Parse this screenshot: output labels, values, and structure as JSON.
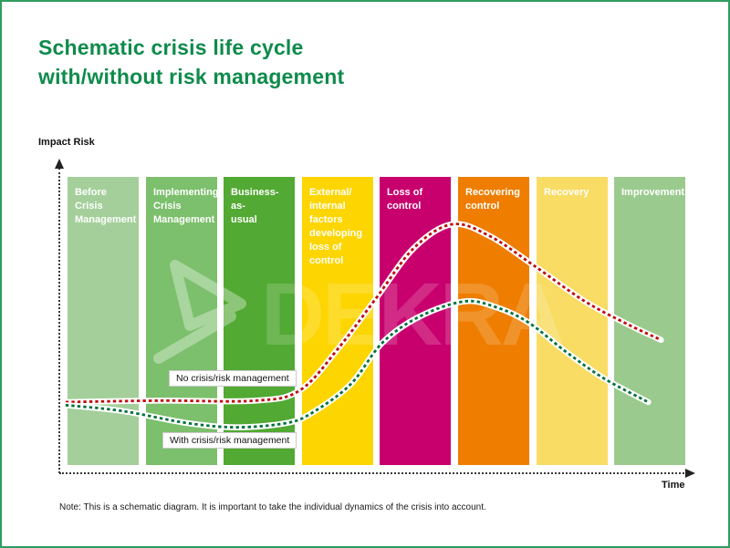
{
  "page": {
    "title_lines": [
      "Schematic crisis life cycle",
      "with/without risk management"
    ],
    "title_color": "#0e8b4b",
    "border_color": "#2f9e5f",
    "note": "Note: This is a schematic diagram. It is important to take the individual dynamics of the crisis into account."
  },
  "axes": {
    "y_label": "Impact Risk",
    "x_label": "Time"
  },
  "watermark": {
    "brand": "DEKRA",
    "logo_icon": "dekra-arrow-icon"
  },
  "annotations": {
    "no_crisis_label": "No crisis/risk management",
    "with_crisis_label": "With crisis/risk management"
  },
  "chart_data": {
    "type": "line",
    "title": "Schematic crisis life cycle with/without risk management",
    "xlabel": "Time",
    "ylabel": "Impact Risk",
    "grid": false,
    "x_range": [
      0,
      100
    ],
    "y_range": [
      0,
      100
    ],
    "phases": [
      {
        "label": "Before Crisis\nManagement",
        "color": "#a4cf9a",
        "text_color": "#ffffff"
      },
      {
        "label": "Implementing\nCrisis\nManagement",
        "color": "#7cbf6c",
        "text_color": "#ffffff"
      },
      {
        "label": "Business-as-\nusual",
        "color": "#52a933",
        "text_color": "#ffffff"
      },
      {
        "label": "External/\ninternal\nfactors\ndeveloping\nloss of control",
        "color": "#fdd500",
        "text_color": "#ffffff"
      },
      {
        "label": "Loss of\ncontrol",
        "color": "#c8006e",
        "text_color": "#ffffff"
      },
      {
        "label": "Recovering\ncontrol",
        "color": "#ee7d00",
        "text_color": "#ffffff"
      },
      {
        "label": "Recovery",
        "color": "#f8dc64",
        "text_color": "#ffffff"
      },
      {
        "label": "Improvement",
        "color": "#9bca8e",
        "text_color": "#ffffff"
      }
    ],
    "series": [
      {
        "name": "No crisis/risk management",
        "dash_color": "#c00a0a",
        "halo_color": "#ffffff",
        "points": [
          [
            1,
            24
          ],
          [
            16,
            24.5
          ],
          [
            31,
            24.5
          ],
          [
            38,
            28
          ],
          [
            44,
            42
          ],
          [
            50,
            59
          ],
          [
            56,
            76
          ],
          [
            62,
            84
          ],
          [
            68,
            80
          ],
          [
            75,
            70
          ],
          [
            83,
            58
          ],
          [
            90,
            50
          ],
          [
            95,
            45
          ]
        ]
      },
      {
        "name": "With crisis/risk management",
        "dash_color": "#00713c",
        "halo_color": "#ffffff",
        "points": [
          [
            1,
            23
          ],
          [
            10,
            21
          ],
          [
            20,
            17
          ],
          [
            28,
            15.5
          ],
          [
            36,
            17
          ],
          [
            40,
            20.5
          ],
          [
            46,
            30
          ],
          [
            51,
            44
          ],
          [
            57,
            53
          ],
          [
            64,
            58
          ],
          [
            69,
            56
          ],
          [
            74,
            51
          ],
          [
            80,
            41
          ],
          [
            86,
            32
          ],
          [
            93,
            24
          ]
        ]
      }
    ]
  }
}
